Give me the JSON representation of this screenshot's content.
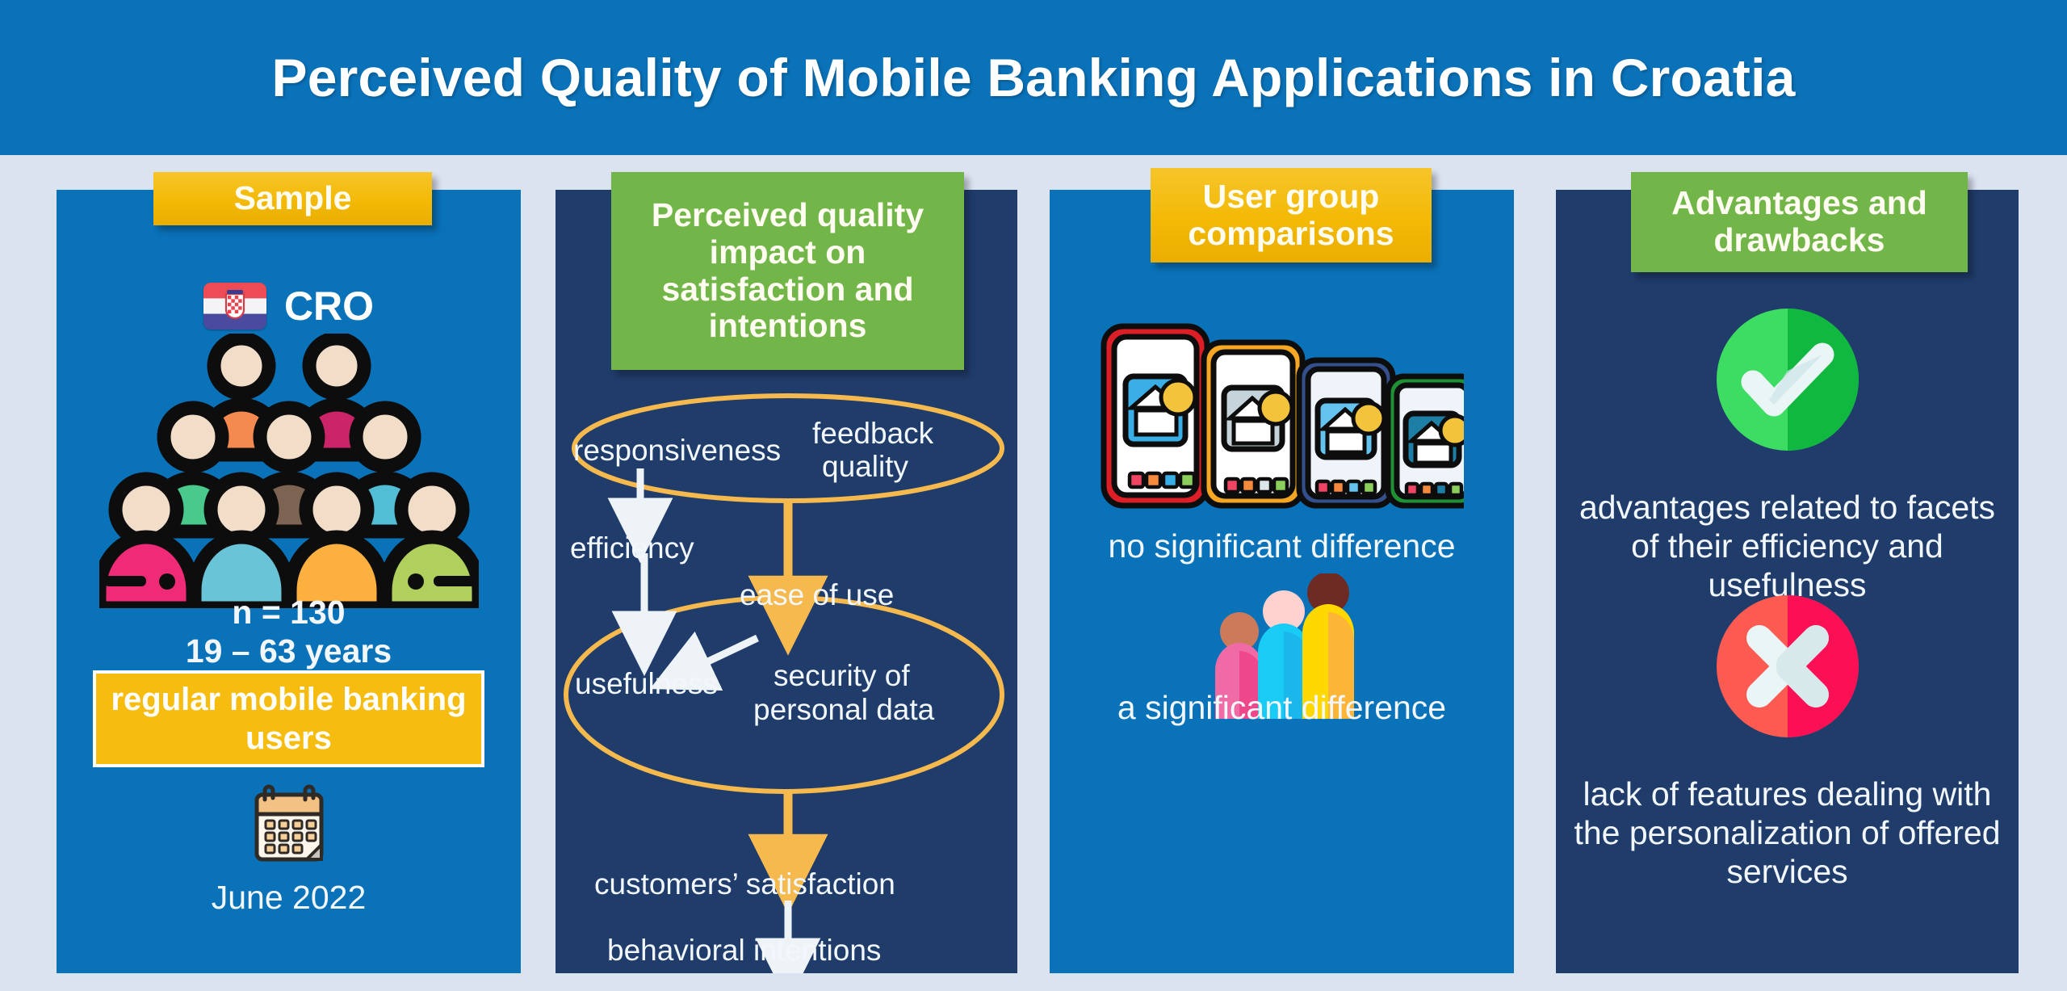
{
  "title": "Perceived Quality of Mobile Banking Applications in Croatia",
  "colors": {
    "page_background": "#dbe2f0",
    "header_blue": "#0a72b9",
    "panel_blue": "#0a72b9",
    "panel_navy": "#203c6b",
    "badge_yellow": "#f3b905",
    "badge_green": "#72b548",
    "ellipse_orange": "#f5b94e",
    "arrow_white": "#ffffff",
    "check_green": "#28c850",
    "cross_red": "#fb3a5d"
  },
  "panels": [
    {
      "id": "sample",
      "badge": "Sample",
      "badge_style": "yellow",
      "country_code": "CRO",
      "country_flag_icon": "croatia-flag-icon",
      "crowd_icon": "crowd-people-icon",
      "sample_size": "n = 130",
      "sample_size_value": "130",
      "age_range": "19 – 63 years",
      "age_min": "19",
      "age_max": "63",
      "users_box": "regular mobile banking users",
      "calendar_icon": "calendar-icon",
      "date": "June 2022"
    },
    {
      "id": "perceived-quality",
      "badge": "Perceived quality impact on satisfaction and intentions",
      "badge_style": "green",
      "nodes": [
        "responsiveness",
        "feedback quality",
        "efficiency",
        "ease of use",
        "usefulness",
        "security of personal data",
        "customers’ satisfaction",
        "behavioral intentions"
      ],
      "node_labels": {
        "responsiveness": "responsiveness",
        "feedback_quality_line1": "feedback",
        "feedback_quality_line2": "quality",
        "efficiency": "efficiency",
        "ease_of_use": "ease of use",
        "usefulness": "usefulness",
        "security_line1": "security of",
        "security_line2": "personal data",
        "satisfaction": "customers’ satisfaction",
        "intentions": "behavioral intentions"
      },
      "groups": [
        {
          "name": "upper-ellipse",
          "members": [
            "responsiveness",
            "feedback quality"
          ]
        },
        {
          "name": "lower-ellipse",
          "members": [
            "ease of use",
            "usefulness",
            "security of personal data"
          ]
        }
      ],
      "edges": [
        {
          "from": "responsiveness",
          "to": "efficiency",
          "color": "white"
        },
        {
          "from": "upper-ellipse",
          "to": "ease of use",
          "color": "orange"
        },
        {
          "from": "efficiency",
          "to": "usefulness",
          "color": "white"
        },
        {
          "from": "ease of use",
          "to": "usefulness",
          "color": "white"
        },
        {
          "from": "lower-ellipse",
          "to": "customers’ satisfaction",
          "color": "orange"
        },
        {
          "from": "customers’ satisfaction",
          "to": "behavioral intentions",
          "color": "white"
        }
      ]
    },
    {
      "id": "user-group-comparisons",
      "badge": "User group comparisons",
      "badge_style": "yellow",
      "phones_icon": "mobile-banking-phones-icon",
      "caption_phones": "no significant difference",
      "people_icon": "three-people-icon",
      "caption_people": "a significant difference"
    },
    {
      "id": "advantages-drawbacks",
      "badge": "Advantages and drawbacks",
      "badge_style": "green",
      "check_icon": "check-circle-icon",
      "advantage_text": "advantages related to facets of their efficiency and usefulness",
      "cross_icon": "cross-circle-icon",
      "drawback_text": "lack of features dealing with the personalization of offered services"
    }
  ]
}
